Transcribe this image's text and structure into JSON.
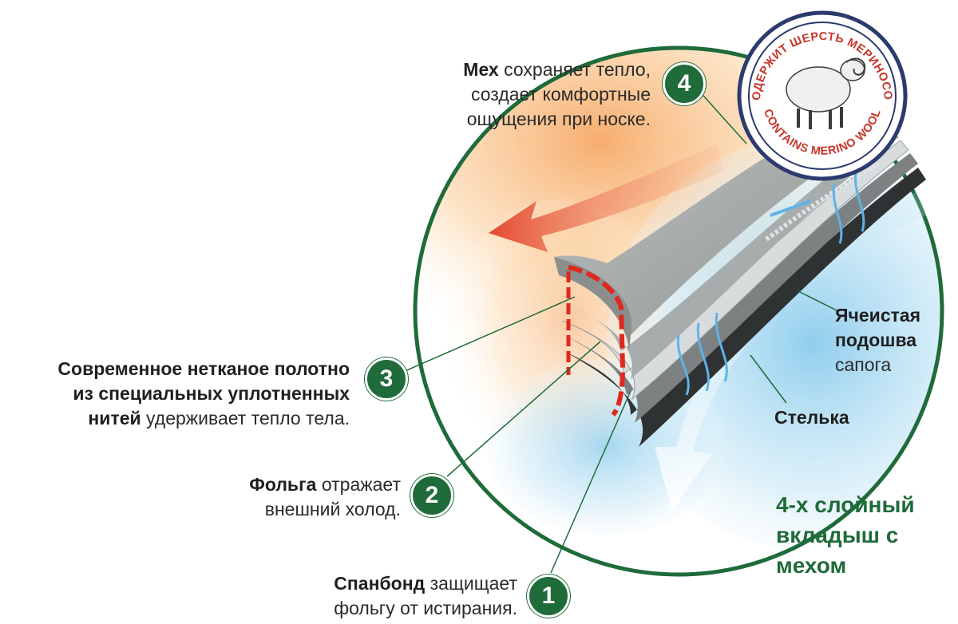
{
  "layers": [
    {
      "number": "1",
      "bold": "Спанбонд",
      "rest_line1": " защищает",
      "rest_line2": "фольгу от истирания."
    },
    {
      "number": "2",
      "bold": "Фольга",
      "rest_line1": " отражает",
      "rest_line2": "внешний холод."
    },
    {
      "number": "3",
      "line1": "Современное нетканое полотно",
      "line2": "из специальных уплотненных",
      "bold3": "нитей",
      "rest3": " удерживает тепло тела."
    },
    {
      "number": "4",
      "bold": "Мех",
      "rest_line1": " сохраняет тепло,",
      "rest_line2": "создает комфортные",
      "rest_line3": "ощущения при носке."
    }
  ],
  "sole": {
    "line1": "Ячеистая",
    "line2": "подошва",
    "line3": "сапога"
  },
  "insole": "Стелька",
  "title": {
    "line1": "4-х слойный",
    "line2": "вкладыш с",
    "line3": "мехом"
  },
  "seal": {
    "top_text": "СОДЕРЖИТ ШЕРСТЬ МЕРИНОСОВ",
    "bottom_text": "CONTAINS MERINO WOOL"
  },
  "colors": {
    "green": "#1f6b3a",
    "red": "#d8322b",
    "warm": "#f4a05a",
    "cool": "#9fd4ee"
  }
}
